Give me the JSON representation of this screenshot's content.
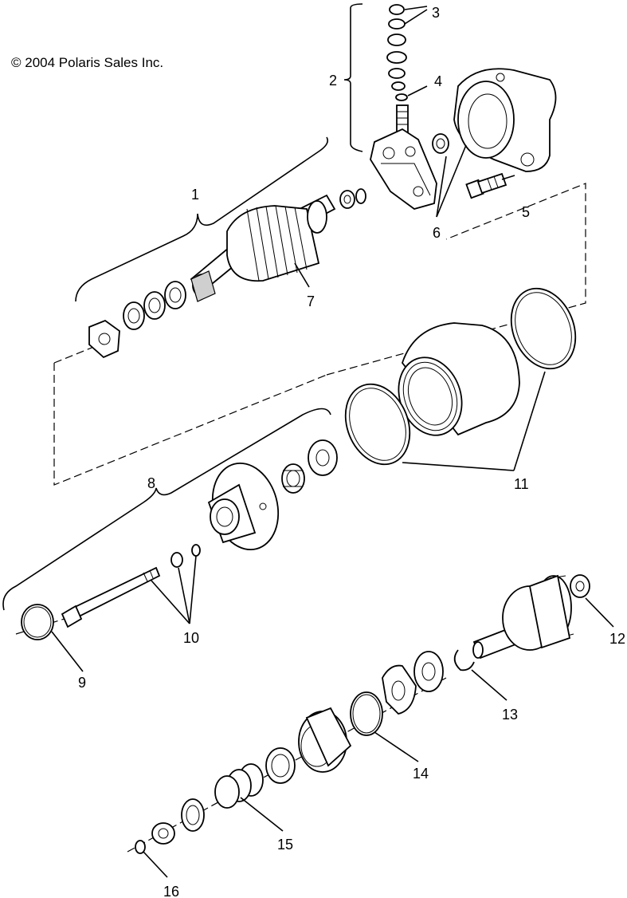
{
  "copyright": "© 2004 Polaris Sales Inc.",
  "callouts": [
    {
      "id": "1",
      "label": "1"
    },
    {
      "id": "2",
      "label": "2"
    },
    {
      "id": "3",
      "label": "3"
    },
    {
      "id": "4",
      "label": "4"
    },
    {
      "id": "5",
      "label": "5"
    },
    {
      "id": "6",
      "label": "6"
    },
    {
      "id": "7",
      "label": "7"
    },
    {
      "id": "8",
      "label": "8"
    },
    {
      "id": "9",
      "label": "9"
    },
    {
      "id": "10",
      "label": "10"
    },
    {
      "id": "11",
      "label": "11"
    },
    {
      "id": "12",
      "label": "12"
    },
    {
      "id": "13",
      "label": "13"
    },
    {
      "id": "14",
      "label": "14"
    },
    {
      "id": "15",
      "label": "15"
    },
    {
      "id": "16",
      "label": "16"
    }
  ]
}
